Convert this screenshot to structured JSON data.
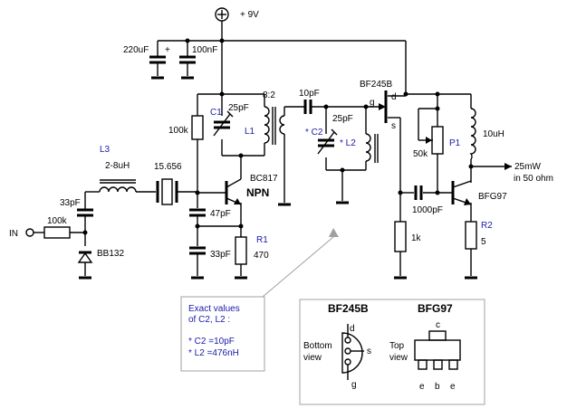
{
  "supply": {
    "label": "+ 9V"
  },
  "power": {
    "c_elco": "220uF",
    "c_plus": "+",
    "c_100n": "100nF"
  },
  "osc": {
    "c1_name": "C1",
    "c1_val": "25pF",
    "l1_name": "L1",
    "ratio": "8:2",
    "r_100k": "100k",
    "transistor": "BC817",
    "type": "NPN",
    "c_47p": "47pF",
    "c_33p": "33pF",
    "r1_name": "R1",
    "r1_val": "470"
  },
  "input": {
    "in_label": "IN",
    "r_100k": "100k",
    "varicap": "BB132",
    "c_33p": "33pF",
    "l3_name": "L3",
    "l3_val": "2-8uH",
    "crystal": "15.656"
  },
  "filter": {
    "c_10p": "10pF",
    "c_25p": "25pF",
    "c2_name": "* C2",
    "l2_name": "* L2",
    "fet": "BF245B",
    "pin_g": "g",
    "pin_d": "d",
    "pin_s": "s"
  },
  "output": {
    "p1_name": "P1",
    "p1_val": "50k",
    "l_10u": "10uH",
    "out_power": "25mW",
    "out_load": "in 50 ohm",
    "c_1000p": "1000pF",
    "r_1k": "1k",
    "transistor": "BFG97",
    "r2_name": "R2",
    "r2_val": "5"
  },
  "note": {
    "line1": "Exact values",
    "line2": "of C2, L2  :",
    "line3": "* C2 =10pF",
    "line4": "* L2 =476nH"
  },
  "pinout": {
    "bf_title": "BF245B",
    "bfg_title": "BFG97",
    "bottom1": "Bottom",
    "bottom2": "view",
    "top1": "Top",
    "top2": "view",
    "d": "d",
    "s": "s",
    "g": "g",
    "c": "c",
    "e1": "e",
    "b": "b",
    "e2": "e"
  }
}
